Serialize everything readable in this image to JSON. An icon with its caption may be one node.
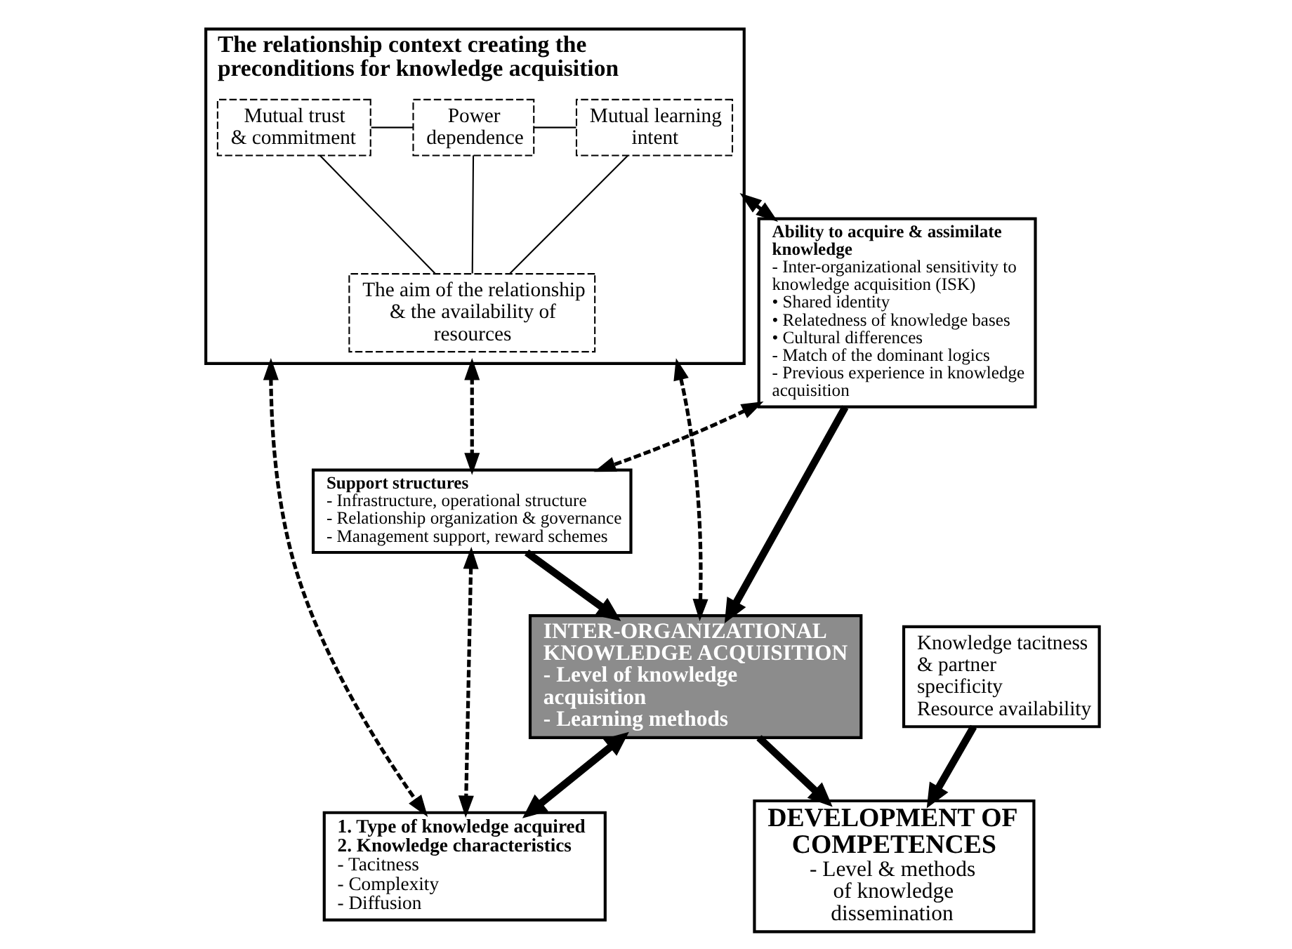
{
  "diagram": {
    "nodes": [
      {
        "text": [
          "The relationship context creating the preconditions for knowledge acquisition"
        ]
      },
      {
        "text": [
          "Mutual trust & commitment"
        ],
        "in": 0
      },
      {
        "text": [
          "Power dependence"
        ],
        "in": 0
      },
      {
        "text": [
          "Mutual learning intent"
        ],
        "in": 0
      },
      {
        "text": [
          "The aim of the relationship & the availability of resources"
        ],
        "in": 0
      },
      {
        "text": [
          "Ability to acquire & assimilate knowledge",
          "- Inter-organizational sensitivity to knowledge acquisition (ISK)",
          "• Shared identity",
          "• Relatedness of knowledge bases",
          "• Cultural differences",
          "- Match of the dominant logics",
          "- Previous experience in knowledge acquisition"
        ]
      },
      {
        "text": [
          "INTER-ORGANIZATIONAL KNOWLEDGE ACQUISITION",
          "- Level of knowledge acquisition",
          "- Learning methods"
        ]
      },
      {
        "text": [
          "Support structures",
          "- Infrastructure, operational structure",
          "- Relationship organization & governance",
          "- Management support, reward schemes"
        ]
      },
      {
        "text": [
          "1. Type of knowledge acquired",
          "2. Knowledge characteristics",
          "- Tacitness",
          "- Complexity",
          "- Diffusion"
        ]
      },
      {
        "text": [
          "Knowledge tacitness & partner specificity",
          "Resource availability"
        ]
      },
      {
        "text": [
          "DEVELOPMENT OF COMPETENCES",
          "- Level & methods of knowledge dissemination"
        ]
      }
    ],
    "edges": [
      {
        "from": 1,
        "to": 2,
        "arrow": "none"
      },
      {
        "from": 2,
        "to": 3,
        "arrow": "none"
      },
      {
        "from": 1,
        "to": 4,
        "arrow": "none"
      },
      {
        "from": 2,
        "to": 4,
        "arrow": "none"
      },
      {
        "from": 3,
        "to": 4,
        "arrow": "none"
      },
      {
        "from": 0,
        "to": 6,
        "arrow": "both",
        "style": "dashed"
      },
      {
        "from": 0,
        "to": 5,
        "arrow": "both",
        "style": "dashed"
      },
      {
        "from": 0,
        "to": 7,
        "arrow": "both",
        "style": "dashed"
      },
      {
        "from": 0,
        "to": 8,
        "arrow": "both",
        "style": "dashed"
      },
      {
        "from": 5,
        "to": 6,
        "arrow": "to",
        "style": "thick"
      },
      {
        "from": 7,
        "to": 6,
        "arrow": "to",
        "style": "thick"
      },
      {
        "from": 6,
        "to": 8,
        "arrow": "both",
        "style": "thick"
      },
      {
        "from": 5,
        "to": 7,
        "arrow": "both",
        "style": "dashed"
      },
      {
        "from": 7,
        "to": 8,
        "arrow": "both",
        "style": "dashed"
      },
      {
        "from": 6,
        "to": 10,
        "arrow": "to",
        "style": "thick"
      },
      {
        "from": 9,
        "to": 10,
        "arrow": "to",
        "style": "thick"
      }
    ]
  }
}
